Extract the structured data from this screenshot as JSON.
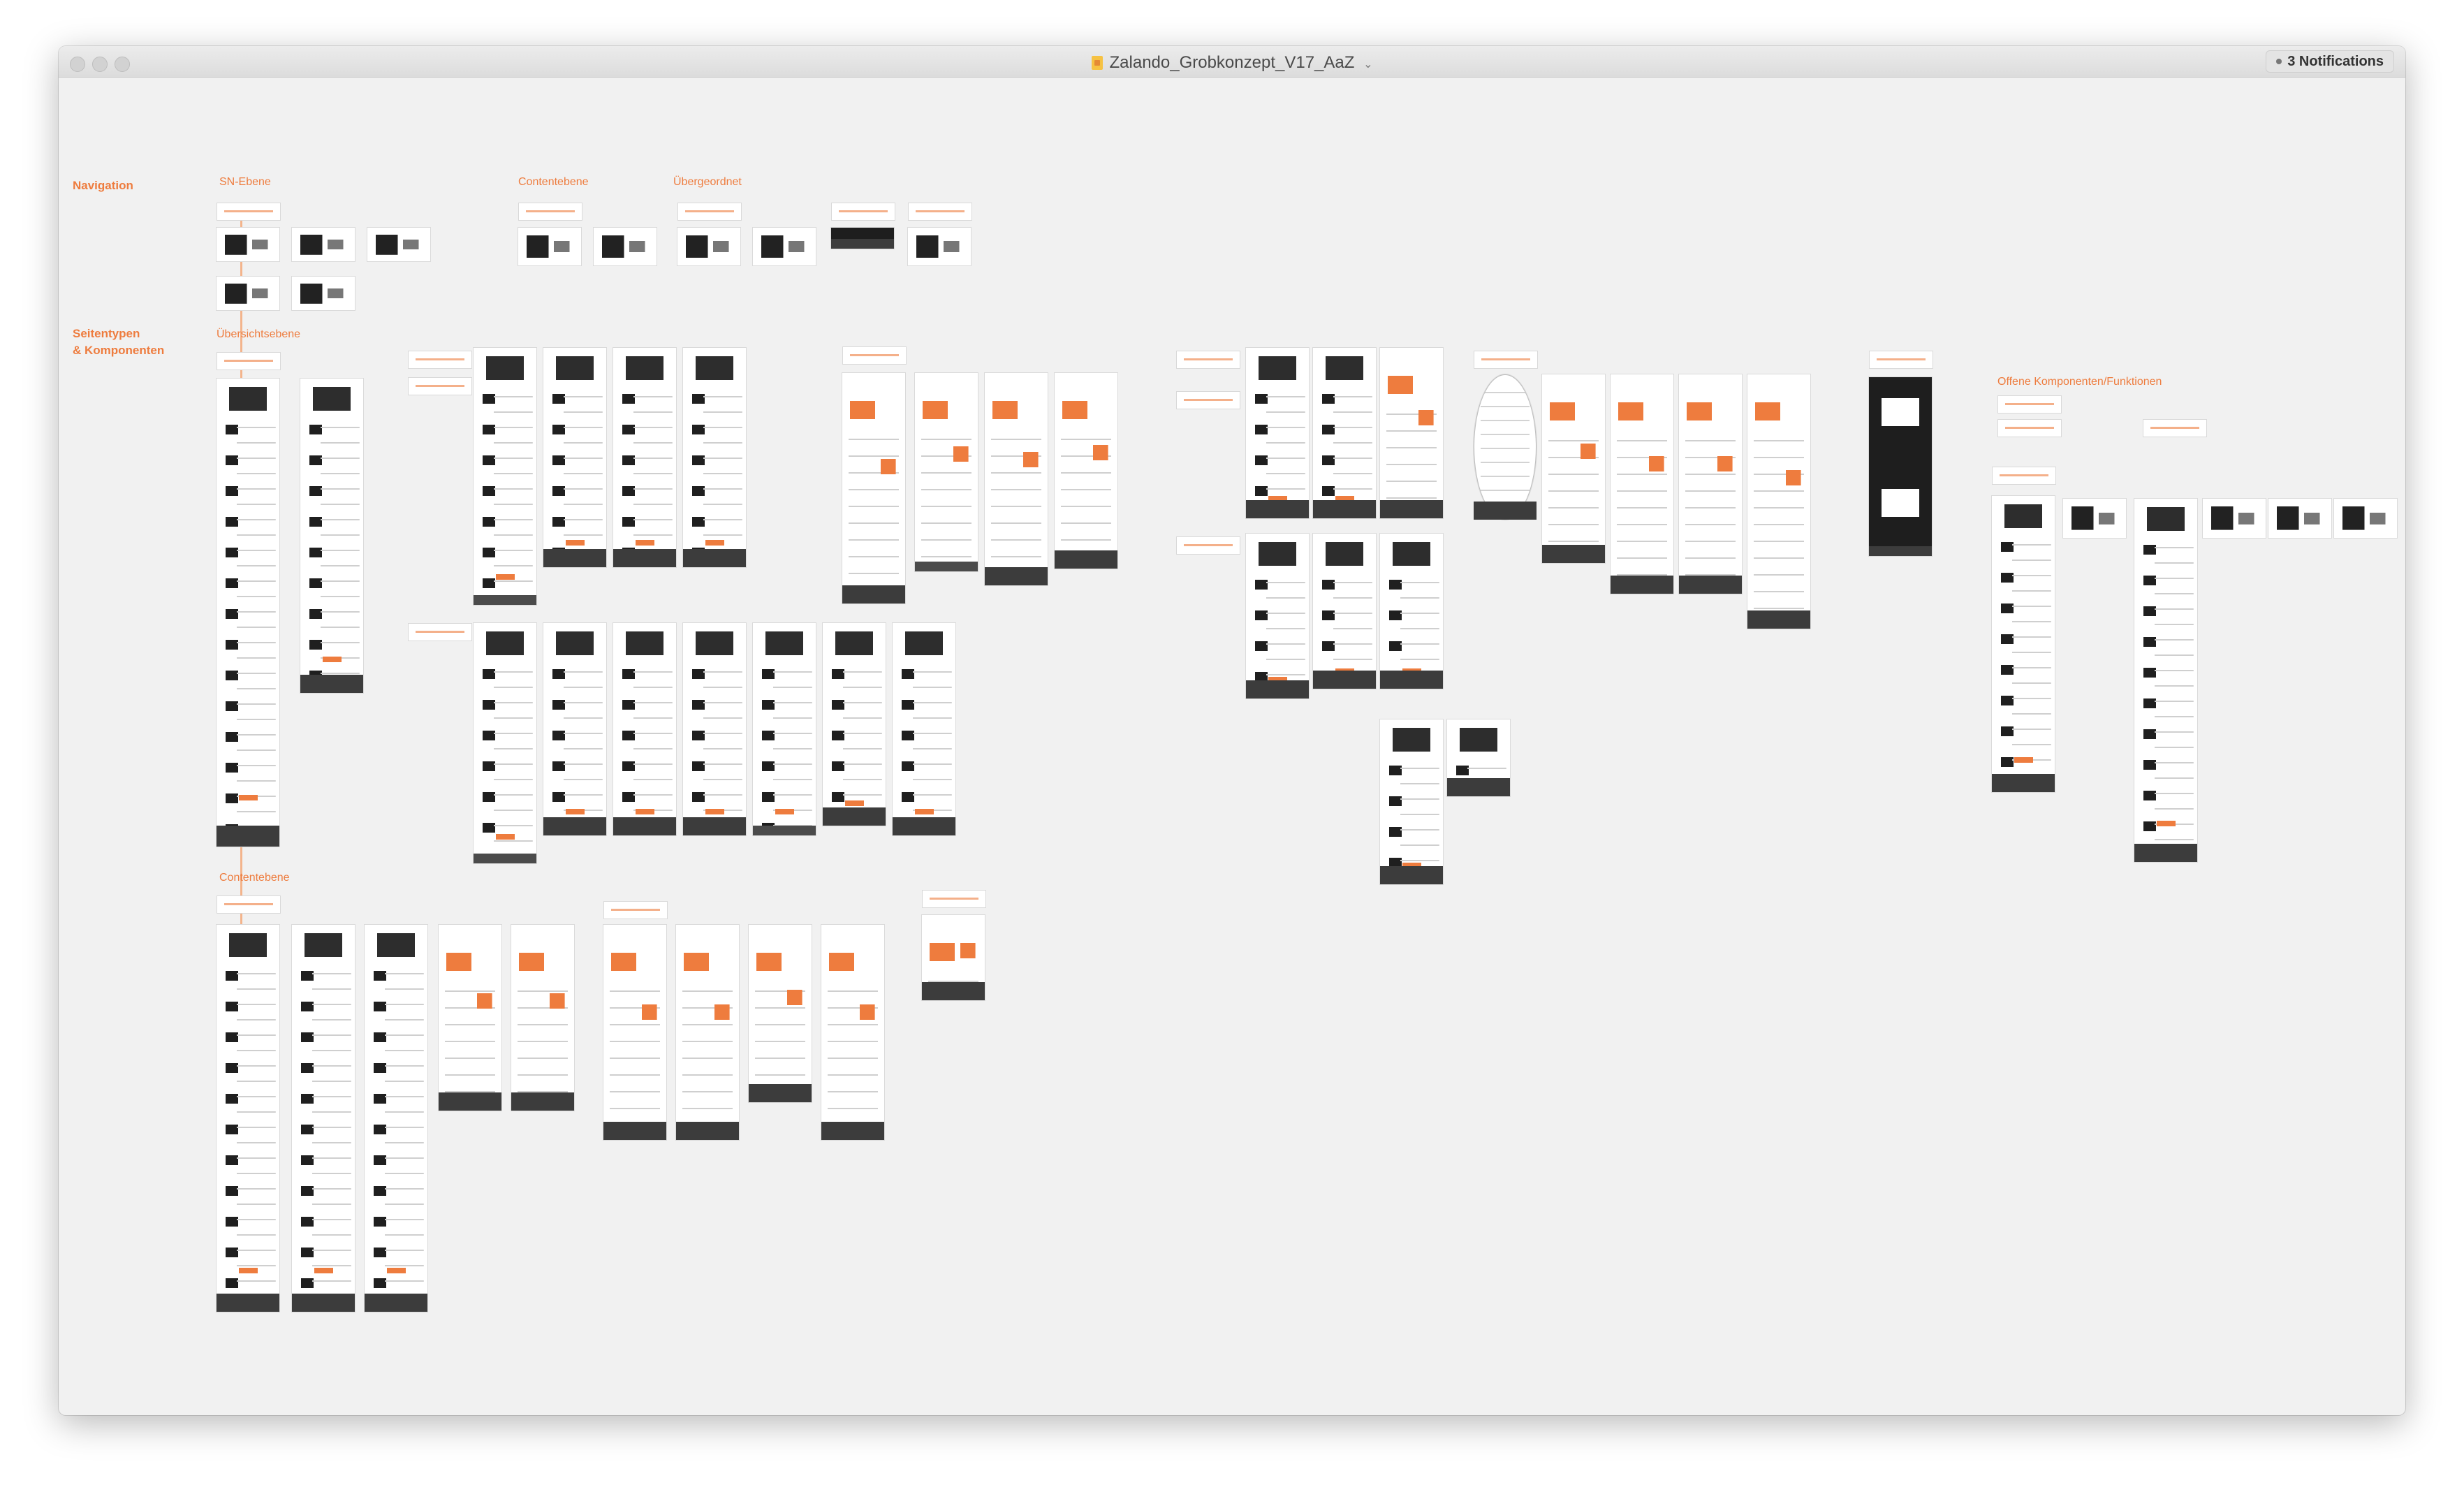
{
  "window": {
    "title": "Zalando_Grobkonzept_V17_AaZ",
    "notifications": "3 Notifications"
  },
  "canvas": {
    "sections": {
      "navigation": "Navigation",
      "seitentypen_line1": "Seitentypen",
      "seitentypen_line2": "& Komponenten"
    },
    "groups": {
      "sn_ebene": "SN-Ebene",
      "contentebene_top": "Contentebene",
      "uebergeordnet": "Übergeordnet",
      "uebersichtsebene": "Übersichtsebene",
      "offene_komponenten": "Offene Komponenten/Funktionen",
      "contentebene_bottom": "Contentebene"
    }
  }
}
